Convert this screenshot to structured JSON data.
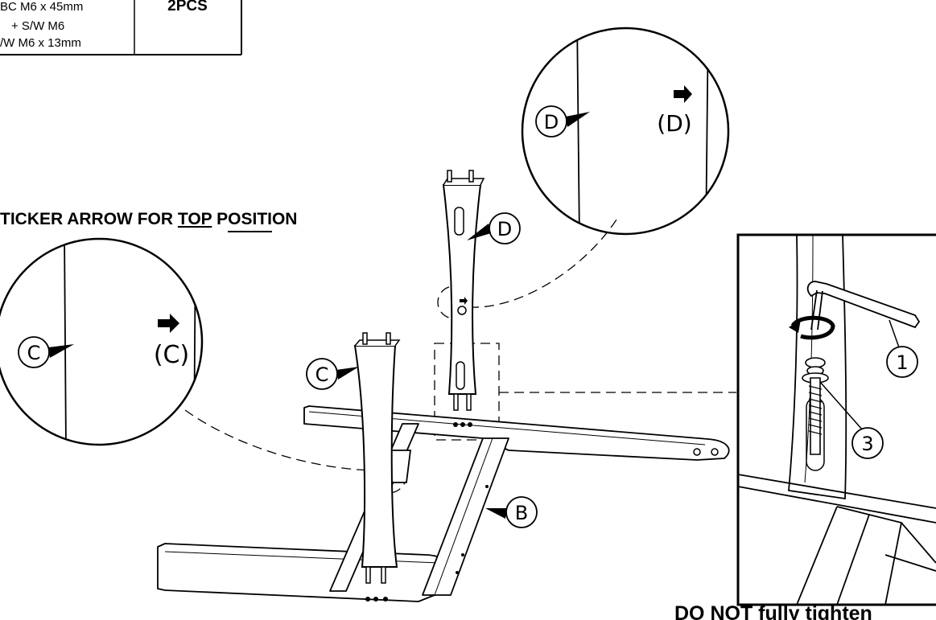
{
  "parts_table": {
    "line1": "BC M6 x 45mm",
    "line2": "+ S/W M6",
    "line3": "/W M6 x 13mm",
    "quantity": "2PCS"
  },
  "instruction_sticker": {
    "prefix": "TICKER ARROW FOR ",
    "emphasis": "TOP",
    "suffix": " POSITION"
  },
  "labels": {
    "c": "C",
    "c_paren": "(C)",
    "d": "D",
    "d_paren": "(D)",
    "b": "B",
    "tool_number": "1",
    "bolt_number": "3"
  },
  "warning": "DO NOT fully tighten",
  "colors": {
    "ink": "#000000",
    "paper": "#ffffff"
  }
}
